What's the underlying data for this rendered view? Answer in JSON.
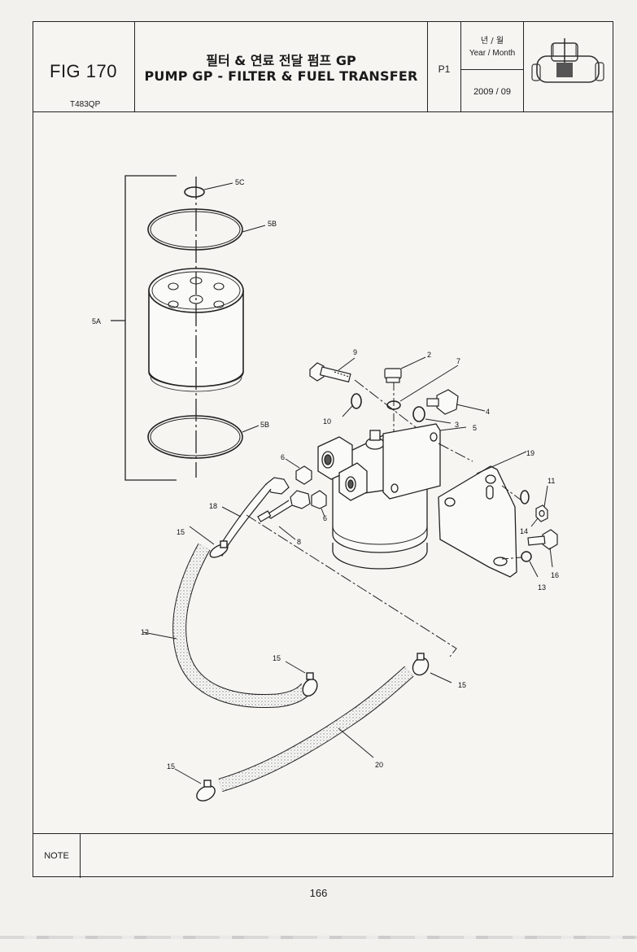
{
  "header": {
    "fig_number": "FIG 170",
    "fig_code": "T483QP",
    "title_korean": "필터 & 연료 전달 펌프 GP",
    "title_english": "PUMP GP - FILTER & FUEL TRANSFER",
    "page_label": "P1",
    "date_label_korean": "년 / 월",
    "date_label_english": "Year / Month",
    "date_value": "2009  / 09",
    "thumbnail_icon": "tractor-icon"
  },
  "callouts": {
    "c5C": "5C",
    "c5B_top": "5B",
    "c5A": "5A",
    "c5B_bottom": "5B",
    "c9": "9",
    "c2": "2",
    "c7": "7",
    "c4": "4",
    "c10": "10",
    "c3": "3",
    "c5": "5",
    "c6_left": "6",
    "c6_right": "6",
    "c19": "19",
    "c11": "11",
    "c18": "18",
    "c8": "8",
    "c14": "14",
    "c16": "16",
    "c13": "13",
    "c15_a": "15",
    "c12": "12",
    "c15_b": "15",
    "c15_c": "15",
    "c20": "20",
    "c15_d": "15"
  },
  "footer": {
    "note_label": "NOTE",
    "note_text": "",
    "page_number": "166"
  }
}
